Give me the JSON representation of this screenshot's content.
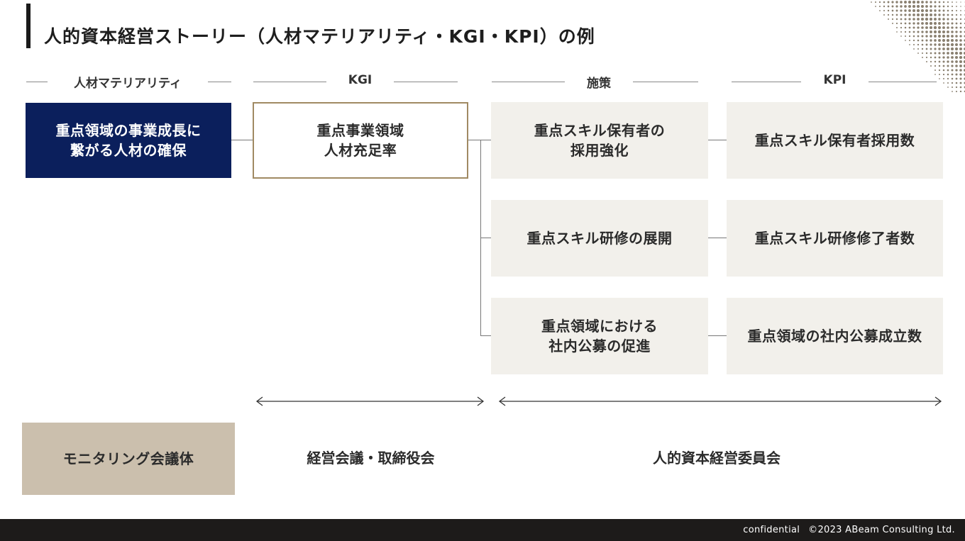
{
  "title": "人的資本経営ストーリー（人材マテリアリティ・KGI・KPI）の例",
  "columns": {
    "materiality": "人材マテリアリティ",
    "kgi": "KGI",
    "measures": "施策",
    "kpi": "KPI"
  },
  "materiality_box": "重点領域の事業成長に\n繋がる人材の確保",
  "kgi_box": "重点事業領域\n人材充足率",
  "measures": [
    "重点スキル保有者の\n採用強化",
    "重点スキル研修の展開",
    "重点領域における\n社内公募の促進"
  ],
  "kpis": [
    "重点スキル保有者採用数",
    "重点スキル研修修了者数",
    "重点領域の社内公募成立数"
  ],
  "monitoring": {
    "label": "モニタリング会議体",
    "kgi_body": "経営会議・取締役会",
    "measures_body": "人的資本経営委員会"
  },
  "footer": {
    "confidential": "confidential",
    "copyright": "©2023 ABeam Consulting Ltd."
  },
  "colors": {
    "navy": "#0b1f5c",
    "gold_border": "#a08a63",
    "grey_box": "#f2f0eb",
    "tan_box": "#cbbfad",
    "footer_bg": "#1d1b1a"
  }
}
